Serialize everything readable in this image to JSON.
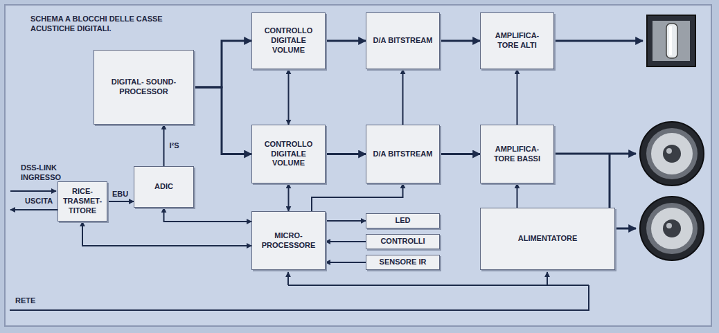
{
  "diagram": {
    "title": "SCHEMA A BLOCCHI DELLE CASSE ACUSTICHE DIGITALI.",
    "nodes": [
      {
        "text": [
          "DIGITAL- SOUND- PROCESSOR"
        ]
      },
      {
        "text": [
          "CONTROLLO DIGITALE VOLUME"
        ]
      },
      {
        "text": [
          "D/A BITSTREAM"
        ]
      },
      {
        "text": [
          "AMPLIFICA- TORE ALTI"
        ]
      },
      {
        "text": [
          "CONTROLLO DIGITALE VOLUME"
        ]
      },
      {
        "text": [
          "D/A BITSTREAM"
        ]
      },
      {
        "text": [
          "AMPLIFICA- TORE BASSI"
        ]
      },
      {
        "text": [
          "RICE- TRASMET- TITORE"
        ]
      },
      {
        "text": [
          "ADIC"
        ]
      },
      {
        "text": [
          "MICRO- PROCESSORE"
        ]
      },
      {
        "text": [
          "LED"
        ]
      },
      {
        "text": [
          "CONTROLLI"
        ]
      },
      {
        "text": [
          "SENSORE IR"
        ]
      },
      {
        "text": [
          "ALIMENTATORE"
        ]
      }
    ],
    "edges": [
      {
        "from": 0,
        "to": 1,
        "arrow": "to"
      },
      {
        "from": 0,
        "to": 4,
        "arrow": "to"
      },
      {
        "from": 1,
        "to": 4,
        "arrow": "both"
      },
      {
        "from": 4,
        "to": 9,
        "arrow": "both"
      },
      {
        "from": 1,
        "to": 2,
        "arrow": "to"
      },
      {
        "from": 2,
        "to": 3,
        "arrow": "to"
      },
      {
        "from": 4,
        "to": 5,
        "arrow": "to"
      },
      {
        "from": 5,
        "to": 6,
        "arrow": "to"
      },
      {
        "from": 5,
        "to": 2,
        "arrow": "to"
      },
      {
        "from": 6,
        "to": 3,
        "arrow": "to"
      },
      {
        "from": 13,
        "to": 6,
        "arrow": "to"
      },
      {
        "from": 9,
        "to": 5,
        "arrow": "to"
      },
      {
        "from": 9,
        "to": 10,
        "arrow": "to"
      },
      {
        "from": 11,
        "to": 9,
        "arrow": "to"
      },
      {
        "from": 12,
        "to": 9,
        "arrow": "to"
      },
      {
        "from": 8,
        "to": 0,
        "label": "I²S",
        "arrow": "to"
      },
      {
        "from": 7,
        "to": 8,
        "label": "EBU",
        "arrow": "to"
      },
      {
        "from": 9,
        "to": 8,
        "arrow": "both"
      },
      {
        "from": 9,
        "to": 7,
        "arrow": "both"
      }
    ],
    "labels": [
      "DSS-LINK",
      "INGRESSO",
      "USCITA",
      "RETE"
    ]
  }
}
